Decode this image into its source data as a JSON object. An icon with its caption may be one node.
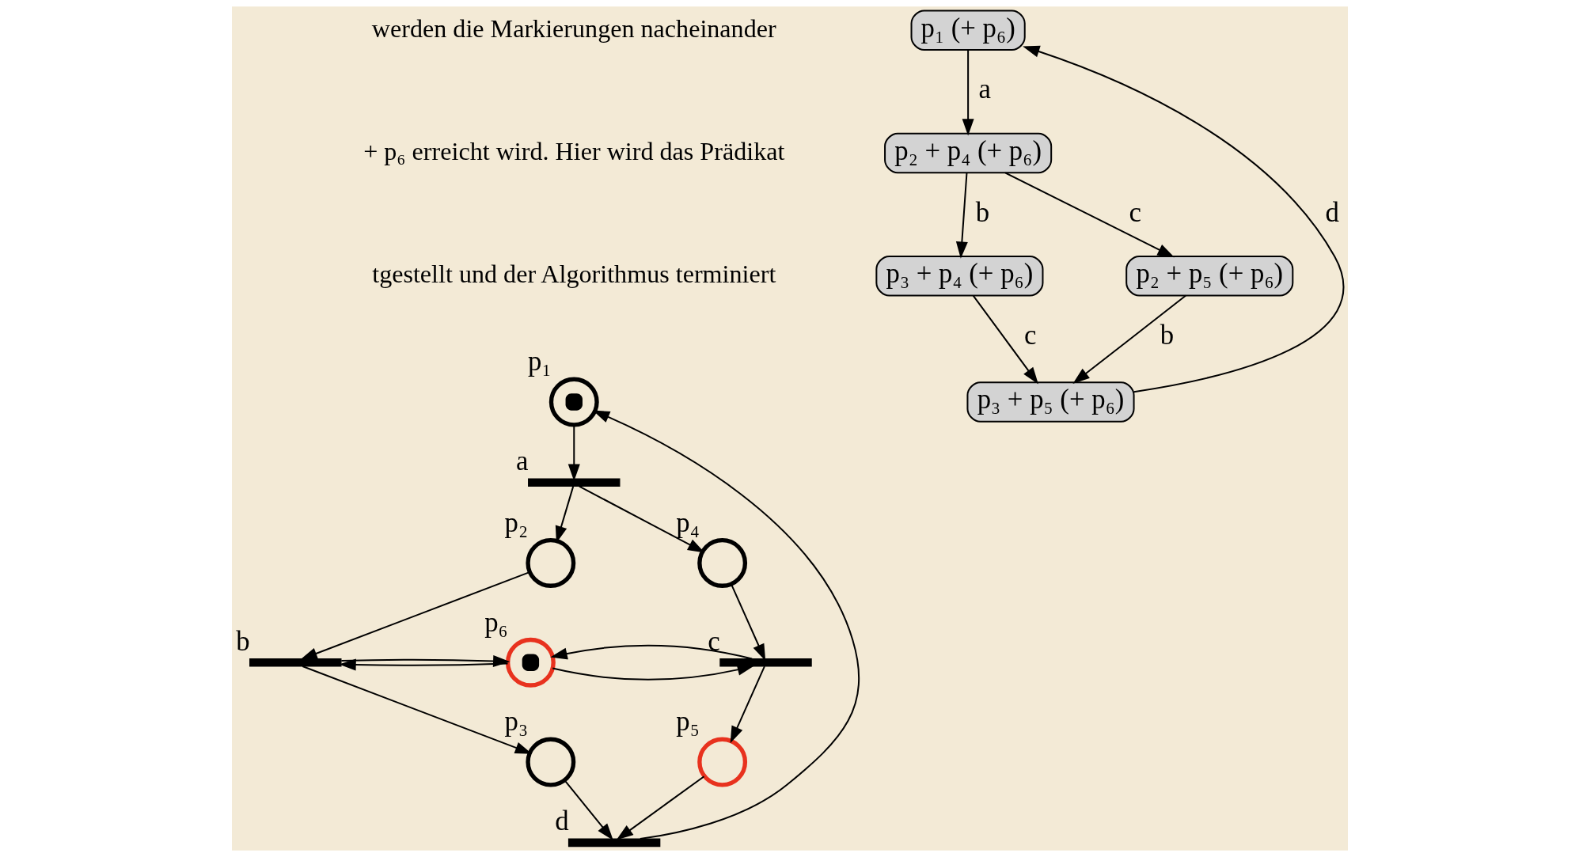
{
  "diagram": {
    "nodes": [
      {
        "text": [],
        "shape": "circle",
        "beside": [
          "p₁"
        ]
      },
      {
        "text": [],
        "shape": "bar",
        "beside": [
          "a"
        ]
      },
      {
        "text": [],
        "shape": "circle",
        "beside": [
          "p₂"
        ]
      },
      {
        "text": [],
        "shape": "circle",
        "beside": [
          "p₄"
        ]
      },
      {
        "text": [],
        "shape": "bar",
        "beside": [
          "b"
        ]
      },
      {
        "text": [],
        "shape": "circle",
        "beside": [
          "p₆"
        ]
      },
      {
        "text": [],
        "shape": "bar",
        "beside": [
          "c"
        ]
      },
      {
        "text": [],
        "shape": "circle",
        "beside": [
          "p₃"
        ]
      },
      {
        "text": [],
        "shape": "circle",
        "beside": [
          "p₅"
        ]
      },
      {
        "text": [],
        "shape": "bar",
        "beside": [
          "d"
        ]
      },
      {
        "text": [
          "p₁ (+ p₆)"
        ]
      },
      {
        "text": [
          "p₂ + p₄ (+ p₆)"
        ]
      },
      {
        "text": [
          "p₃ + p₄ (+ p₆)"
        ]
      },
      {
        "text": [
          "p₂ + p₅ (+ p₆)"
        ]
      },
      {
        "text": [
          "p₃ + p₅ (+ p₆)"
        ]
      }
    ],
    "edges": [
      {
        "from": 0,
        "to": 1,
        "arrow": "to"
      },
      {
        "from": 1,
        "to": 2,
        "arrow": "to"
      },
      {
        "from": 1,
        "to": 3,
        "arrow": "to"
      },
      {
        "from": 2,
        "to": 4,
        "arrow": "to"
      },
      {
        "from": 5,
        "to": 4,
        "arrow": "to"
      },
      {
        "from": 5,
        "to": 6,
        "arrow": "to"
      },
      {
        "from": 3,
        "to": 6,
        "arrow": "to"
      },
      {
        "from": 4,
        "to": 7,
        "arrow": "to"
      },
      {
        "from": 4,
        "to": 5,
        "arrow": "to"
      },
      {
        "from": 6,
        "to": 5,
        "arrow": "to"
      },
      {
        "from": 6,
        "to": 8,
        "arrow": "to"
      },
      {
        "from": 7,
        "to": 9,
        "arrow": "to"
      },
      {
        "from": 8,
        "to": 9,
        "arrow": "to"
      },
      {
        "from": 9,
        "to": 0,
        "arrow": "to"
      },
      {
        "from": 10,
        "to": 11,
        "label": "a",
        "arrow": "to"
      },
      {
        "from": 11,
        "to": 12,
        "label": "b",
        "arrow": "to"
      },
      {
        "from": 11,
        "to": 13,
        "label": "c",
        "arrow": "to"
      },
      {
        "from": 12,
        "to": 14,
        "label": "c",
        "arrow": "to"
      },
      {
        "from": 13,
        "to": 14,
        "label": "b",
        "arrow": "to"
      },
      {
        "from": 14,
        "to": 10,
        "label": "d",
        "arrow": "to"
      }
    ],
    "labels": [
      "werden die Markierungen nacheinander",
      "+ p₆ erreicht wird. Hier wird das Prädikat",
      "tgestellt und der Algorithmus terminiert"
    ]
  }
}
